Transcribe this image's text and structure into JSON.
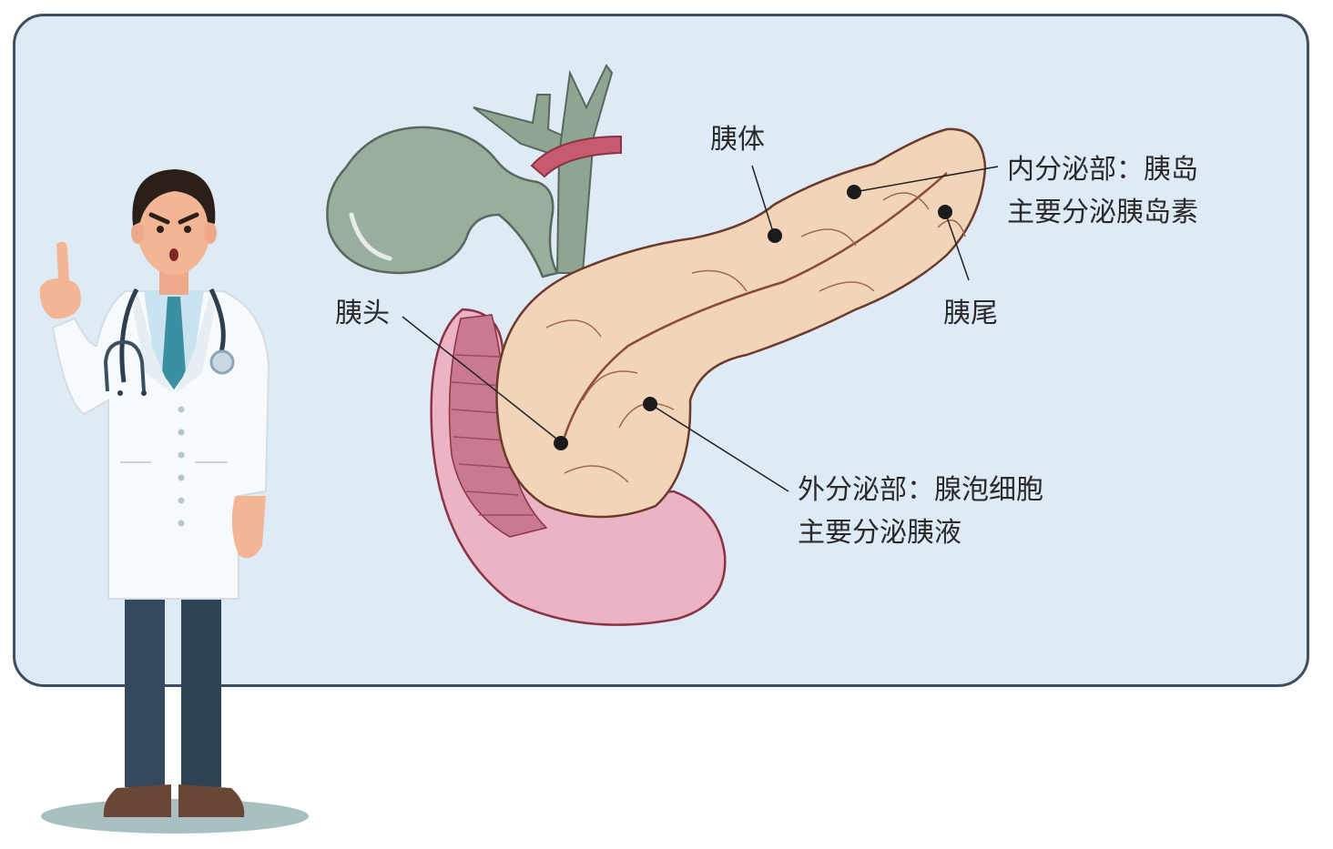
{
  "labels": {
    "body": "胰体",
    "head": "胰头",
    "tail": "胰尾",
    "endocrine": {
      "line1": "内分泌部：胰岛",
      "line2": "主要分泌胰岛素"
    },
    "exocrine": {
      "line1": "外分泌部：腺泡细胞",
      "line2": "主要分泌胰液"
    }
  },
  "colors": {
    "board_bg": "#deebf7",
    "board_border": "#3d4f5f",
    "pancreas": "#f2d5b8",
    "gallbladder": "#9aaea0",
    "duodenum": "#ebb3c3",
    "vessel": "#c75a6e"
  }
}
